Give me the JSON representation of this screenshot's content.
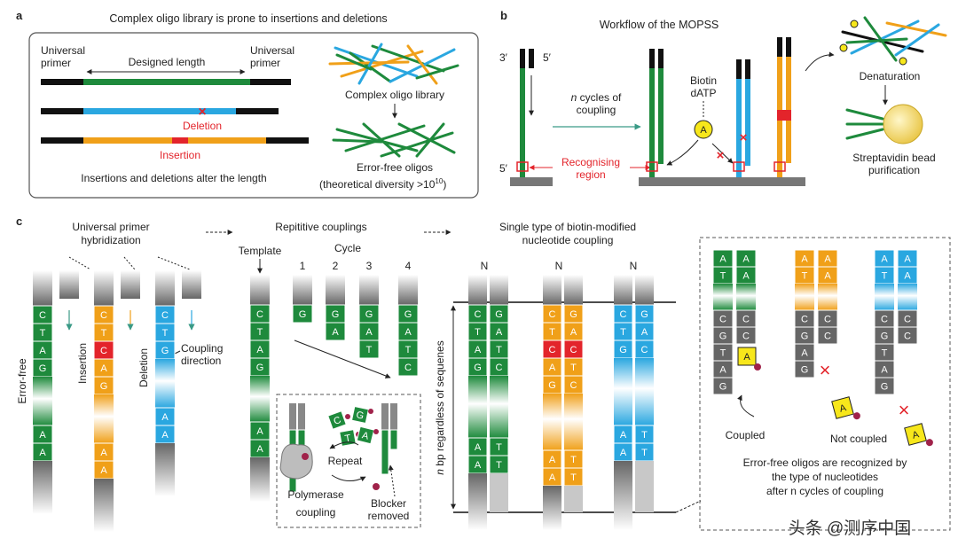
{
  "panel_a": {
    "label": "a",
    "title": "Complex oligo library is prone to insertions and deletions",
    "universal_primer_left": [
      "Universal",
      "primer"
    ],
    "universal_primer_right": [
      "Universal",
      "primer"
    ],
    "designed_length": "Designed length",
    "deletion": "Deletion",
    "insertion": "Insertion",
    "caption": "Insertions and deletions alter the length",
    "complex_library": "Complex oligo library",
    "error_free": "Error-free oligos",
    "diversity": "(theoretical diversity >10",
    "diversity_exp": "10",
    "diversity_close": ")"
  },
  "panel_b": {
    "label": "b",
    "title": "Workflow of the MOPSS",
    "end3": "3′",
    "end5": "5′",
    "end5_bottom": "5′",
    "cycles": [
      "cycles of",
      "coupling"
    ],
    "cycles_n": "n",
    "recognising": [
      "Recognising",
      "region"
    ],
    "biotin": [
      "Biotin",
      "dATP"
    ],
    "biotin_letter": "A",
    "denaturation": "Denaturation",
    "streptavidin": [
      "Streptavidin bead",
      "purification"
    ]
  },
  "panel_c": {
    "label": "c",
    "step1": [
      "Universal primer",
      "hybridization"
    ],
    "step2": "Repititive couplings",
    "step3": [
      "Single type of biotin-modified",
      "nucleotide coupling"
    ],
    "error_free": "Error-free",
    "insertion": "Insertion",
    "deletion": "Deletion",
    "coupling_direction": [
      "Coupling",
      "direction"
    ],
    "template": "Template",
    "cycle": "Cycle",
    "cycle_numbers": [
      "1",
      "2",
      "3",
      "4"
    ],
    "seq_errorfree": [
      "C",
      "T",
      "A",
      "G",
      "A",
      "A"
    ],
    "seq_insertion": [
      "C",
      "T",
      "C",
      "A",
      "G",
      "A",
      "A"
    ],
    "seq_deletion": [
      "C",
      "T",
      "G",
      "A",
      "A"
    ],
    "template_seq": [
      "C",
      "T",
      "A",
      "G",
      "A",
      "A"
    ],
    "cycle_seqs": [
      [
        "G"
      ],
      [
        "G",
        "A"
      ],
      [
        "G",
        "A",
        "T"
      ],
      [
        "G",
        "A",
        "T",
        "C"
      ]
    ],
    "polymerase": "Polymerase",
    "coupling": "coupling",
    "repeat": "Repeat",
    "blocker": [
      "Blocker",
      "removed"
    ],
    "loose_nts": [
      "C",
      "G",
      "T",
      "A"
    ],
    "n_label": "N",
    "nbp": "bp regardless of sequenes",
    "nbp_n": "n",
    "duplex_green": [
      [
        "C",
        "G"
      ],
      [
        "T",
        "A"
      ],
      [
        "A",
        "T"
      ],
      [
        "G",
        "C"
      ],
      [
        "A",
        "T"
      ],
      [
        "A",
        "T"
      ]
    ],
    "duplex_orange": [
      [
        "C",
        "G"
      ],
      [
        "T",
        "A"
      ],
      [
        "C",
        "C"
      ],
      [
        "A",
        "T"
      ],
      [
        "G",
        "C"
      ],
      [
        "A",
        "T"
      ],
      [
        "A",
        "T"
      ]
    ],
    "duplex_blue": [
      [
        "C",
        "G"
      ],
      [
        "T",
        "A"
      ],
      [
        "G",
        "C"
      ],
      [
        "A",
        "T"
      ],
      [
        "A",
        "T"
      ]
    ],
    "zoom_top": [
      "A",
      "T",
      "A",
      "A"
    ],
    "gray_green": [
      "C",
      "G",
      "T",
      "A",
      "G"
    ],
    "gray_orange": [
      "C",
      "G",
      "A",
      "G"
    ],
    "gray_blue": [
      "C",
      "G",
      "T",
      "A",
      "G"
    ],
    "gray_pair": [
      "C",
      "C"
    ],
    "biotin_letter": "A",
    "coupled": "Coupled",
    "not_coupled": "Not coupled",
    "recognition_text": [
      "Error-free oligos are recognized by",
      "the type of nucleotides",
      "after n cycles of coupling"
    ]
  },
  "watermark": "头条 @测序中国",
  "colors": {
    "green": "#1e8a3c",
    "blue": "#2aa7e0",
    "orange": "#f0a019",
    "red": "#e3242b",
    "gray": "#666666",
    "yellow": "#f7e71b"
  }
}
